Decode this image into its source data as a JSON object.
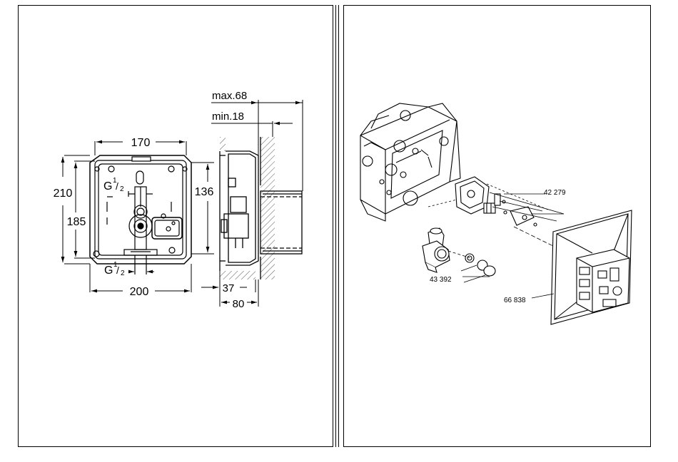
{
  "left_drawing": {
    "dims": {
      "max_depth": "max.68",
      "min_depth": "min.18",
      "width_top": "170",
      "height_outer": "210",
      "height_inner": "185",
      "height_right": "136",
      "width_bottom": "200",
      "depth_wall": "37",
      "depth_total": "80"
    },
    "thread_top": {
      "base": "G",
      "num": "1",
      "den": "2"
    },
    "thread_bottom": {
      "base": "G",
      "num": "1",
      "den": "2"
    }
  },
  "right_drawing": {
    "parts": [
      {
        "id": "part-42279",
        "label": "42 279"
      },
      {
        "id": "part-43392",
        "label": "43 392"
      },
      {
        "id": "part-66838",
        "label": "66 838"
      }
    ]
  }
}
